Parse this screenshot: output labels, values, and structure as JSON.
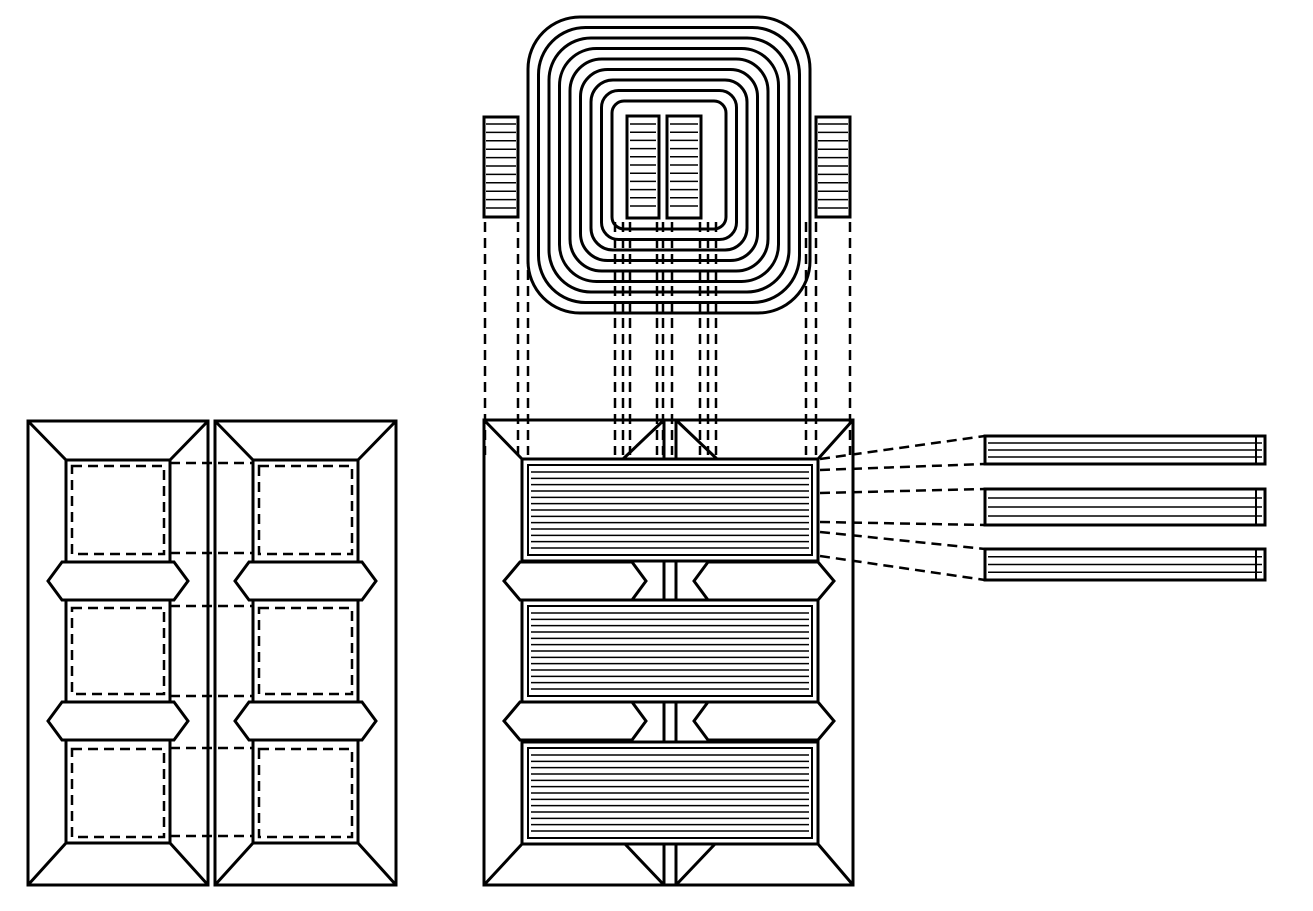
{
  "figure": {
    "background": "#ffffff",
    "ink": "#000000",
    "left_frames": {
      "count": 2,
      "windows_per_frame": 3
    },
    "center_frame": {
      "windows": 3,
      "lamination_lines_per_window": 13
    },
    "coil": {
      "turns": 9,
      "inner_leg_lines": 11,
      "side_block_lines": 11
    },
    "bar_stacks": {
      "count": 3,
      "lines_per_bar": 3
    }
  }
}
